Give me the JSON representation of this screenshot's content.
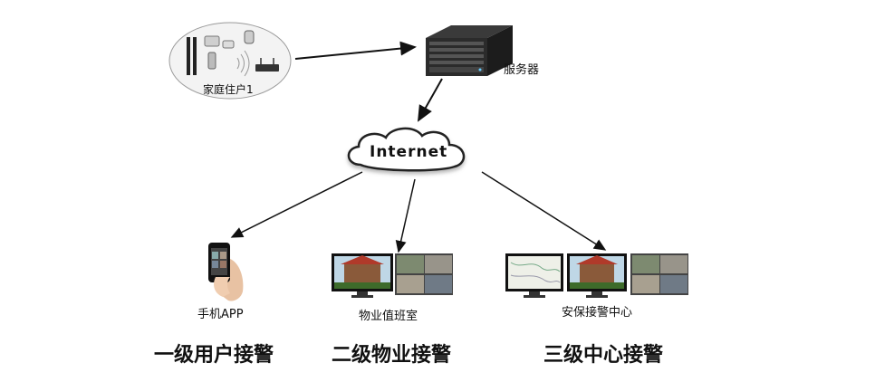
{
  "nodes": {
    "home": {
      "label": "家庭住户1"
    },
    "server": {
      "label": "服务器"
    },
    "internet": {
      "label": "Internet"
    },
    "mobile_app": {
      "label": "手机APP"
    },
    "property_office": {
      "label": "物业值班室"
    },
    "security_center": {
      "label": "安保接警中心"
    }
  },
  "levels": [
    {
      "label": "一级用户接警"
    },
    {
      "label": "二级物业接警"
    },
    {
      "label": "三级中心接警"
    }
  ]
}
